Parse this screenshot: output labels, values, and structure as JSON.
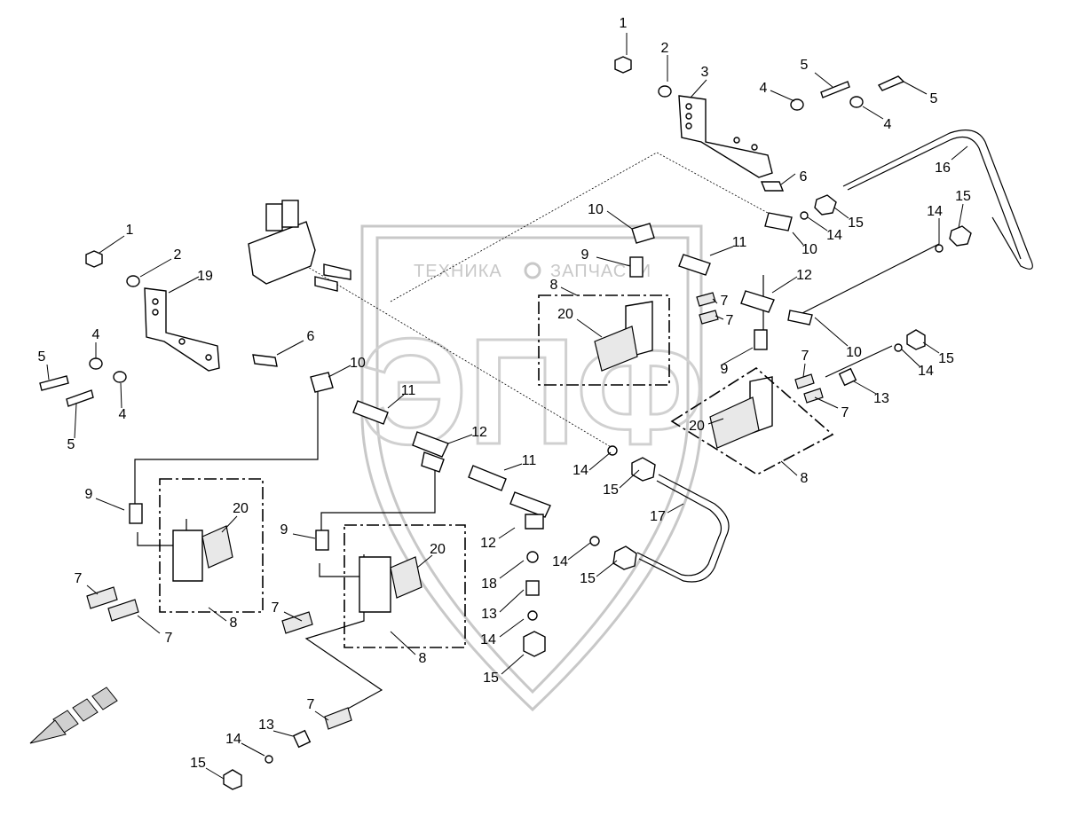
{
  "watermark": {
    "line1": "ТЕХНИКА",
    "line2": "ЗАПЧАСТИ",
    "logo": "ЭПФ"
  },
  "callouts": [
    {
      "text": "1"
    },
    {
      "text": "2"
    },
    {
      "text": "3"
    },
    {
      "text": "5"
    },
    {
      "text": "4"
    },
    {
      "text": "5"
    },
    {
      "text": "4"
    },
    {
      "text": "6"
    },
    {
      "text": "16"
    },
    {
      "text": "15"
    },
    {
      "text": "14"
    },
    {
      "text": "15"
    },
    {
      "text": "10"
    },
    {
      "text": "11"
    },
    {
      "text": "10"
    },
    {
      "text": "14"
    },
    {
      "text": "9"
    },
    {
      "text": "8"
    },
    {
      "text": "12"
    },
    {
      "text": "7"
    },
    {
      "text": "7"
    },
    {
      "text": "20"
    },
    {
      "text": "10"
    },
    {
      "text": "1"
    },
    {
      "text": "2"
    },
    {
      "text": "19"
    },
    {
      "text": "4"
    },
    {
      "text": "5"
    },
    {
      "text": "6"
    },
    {
      "text": "4"
    },
    {
      "text": "5"
    },
    {
      "text": "10"
    },
    {
      "text": "11"
    },
    {
      "text": "9"
    },
    {
      "text": "7"
    },
    {
      "text": "15"
    },
    {
      "text": "14"
    },
    {
      "text": "13"
    },
    {
      "text": "7"
    },
    {
      "text": "20"
    },
    {
      "text": "8"
    },
    {
      "text": "12"
    },
    {
      "text": "11"
    },
    {
      "text": "14"
    },
    {
      "text": "15"
    },
    {
      "text": "17"
    },
    {
      "text": "9"
    },
    {
      "text": "20"
    },
    {
      "text": "9"
    },
    {
      "text": "20"
    },
    {
      "text": "12"
    },
    {
      "text": "14"
    },
    {
      "text": "7"
    },
    {
      "text": "7"
    },
    {
      "text": "8"
    },
    {
      "text": "18"
    },
    {
      "text": "15"
    },
    {
      "text": "13"
    },
    {
      "text": "7"
    },
    {
      "text": "8"
    },
    {
      "text": "14"
    },
    {
      "text": "15"
    },
    {
      "text": "7"
    },
    {
      "text": "13"
    },
    {
      "text": "14"
    },
    {
      "text": "15"
    }
  ],
  "icons": {
    "direction_arrow": "arrow-down-left-icon"
  }
}
